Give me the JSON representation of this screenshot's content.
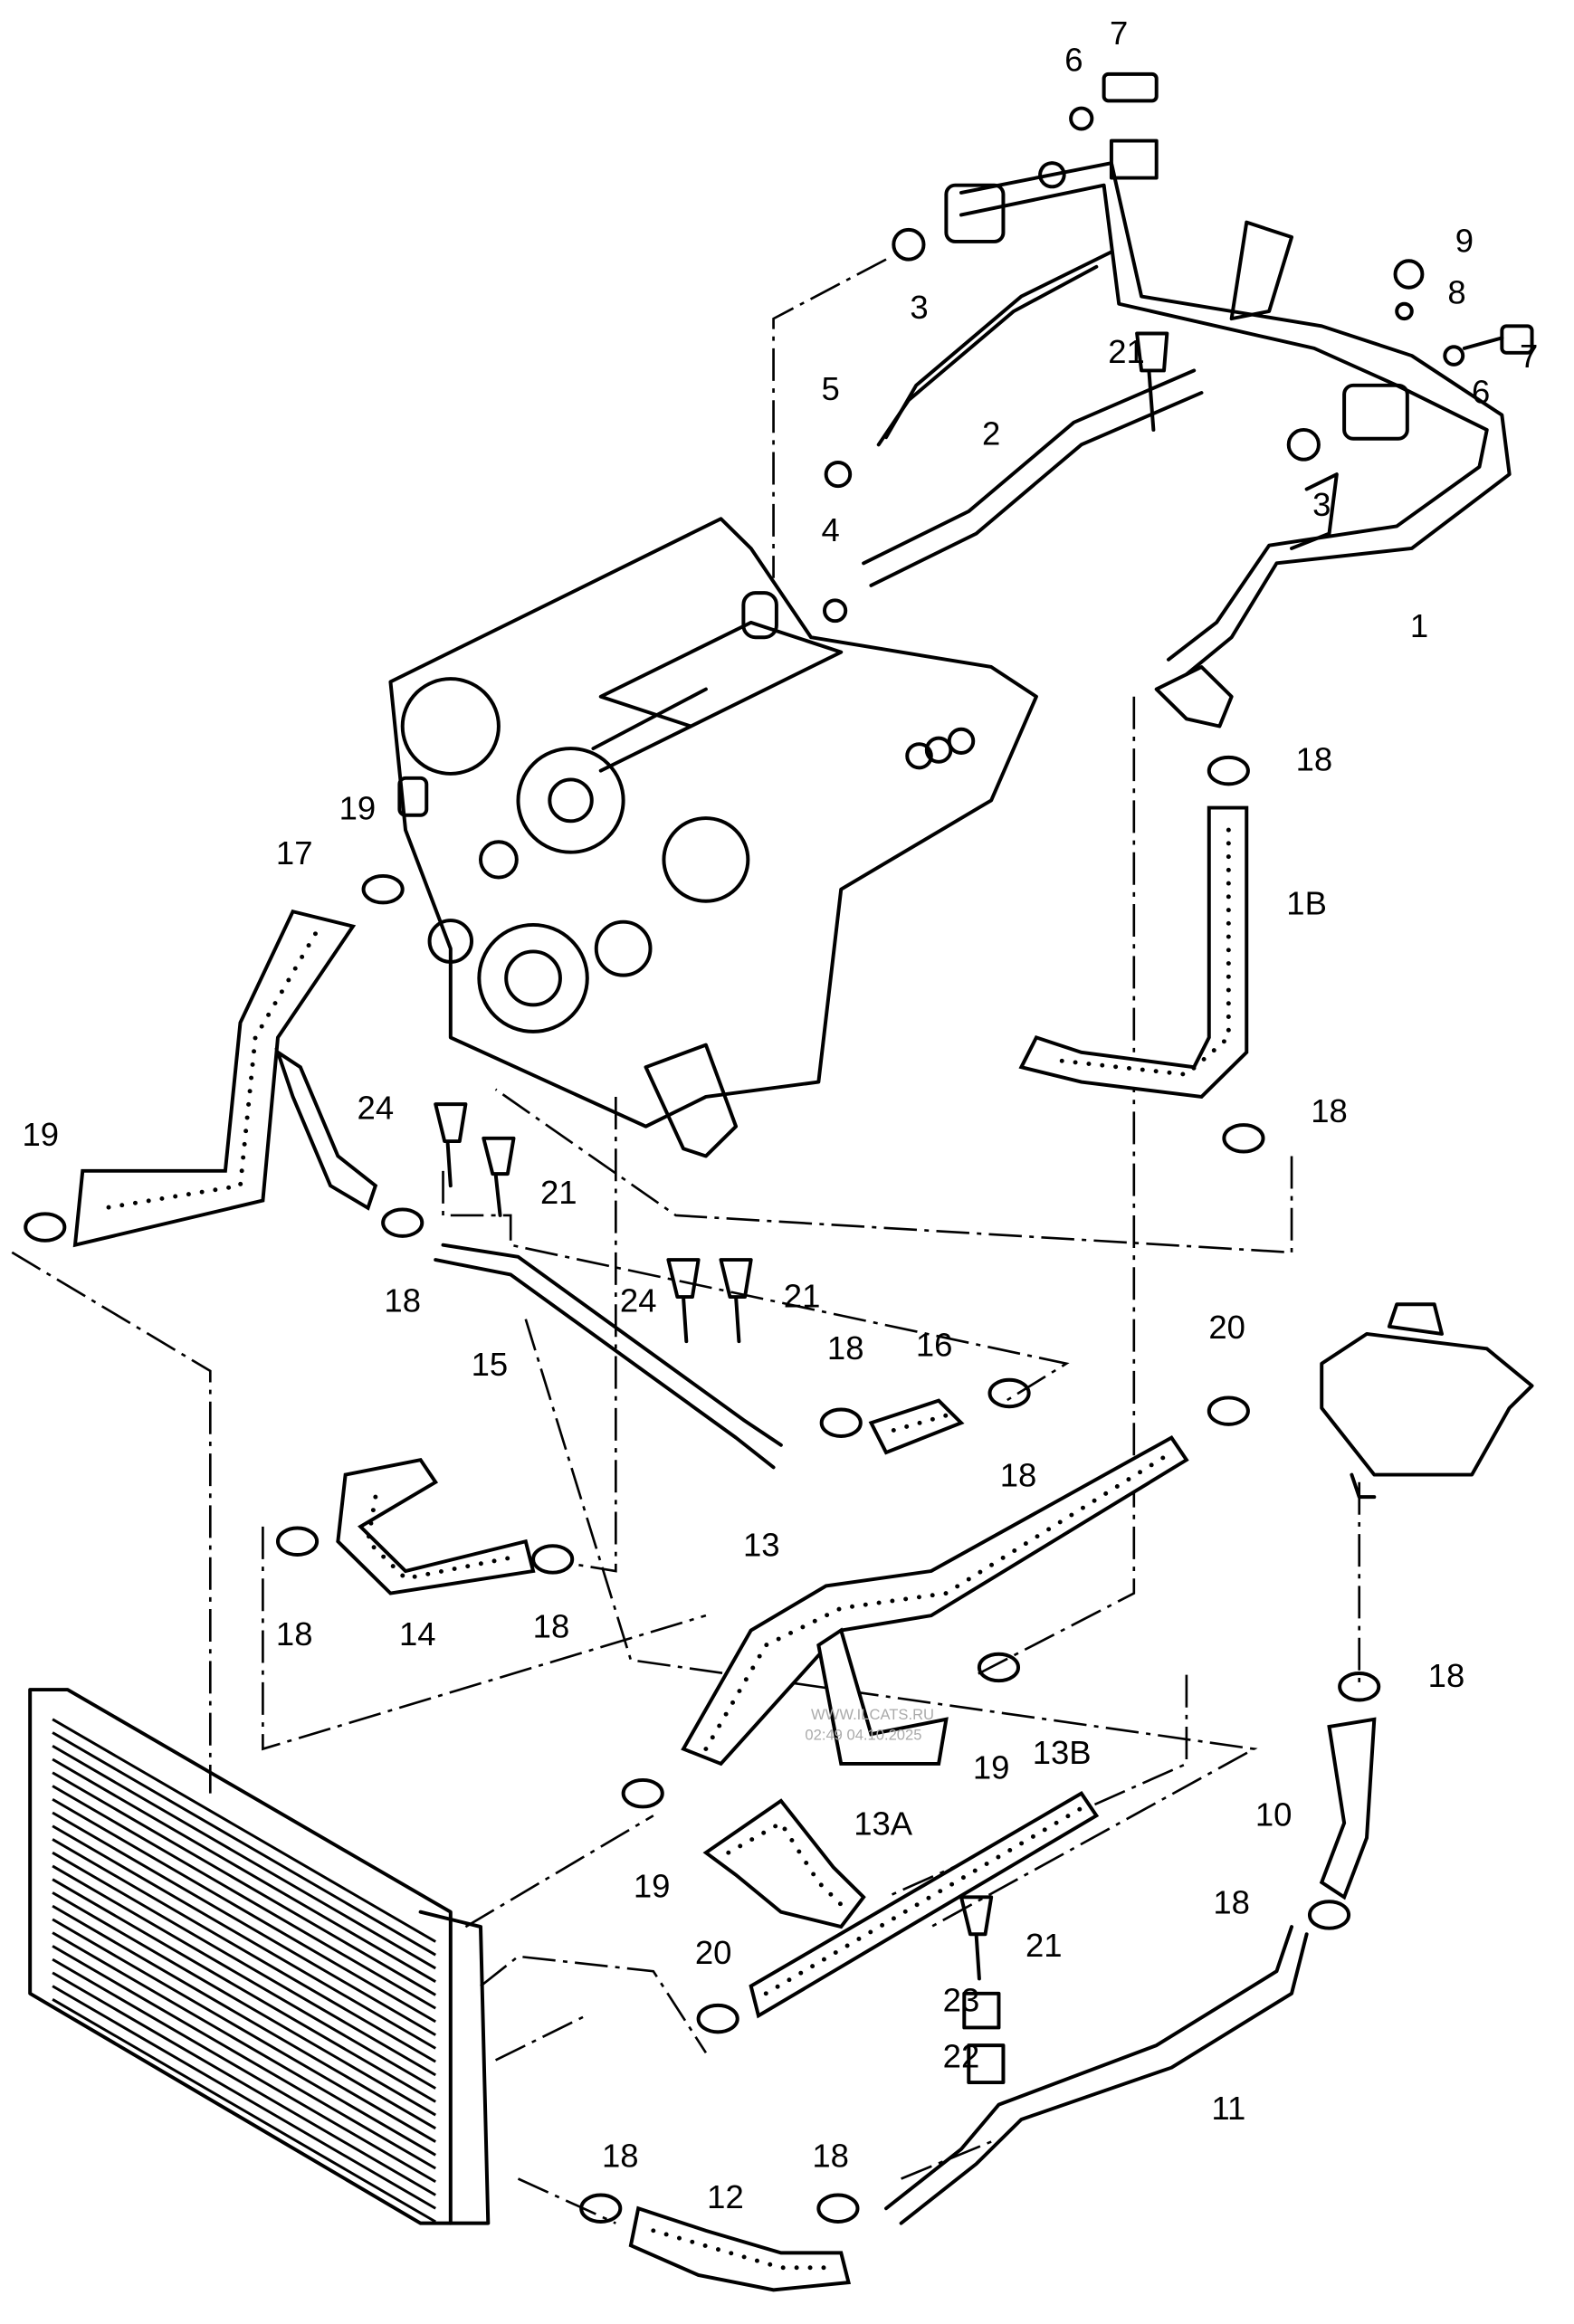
{
  "diagram": {
    "callouts": [
      "7",
      "6",
      "9",
      "8",
      "3",
      "21",
      "7",
      "6",
      "5",
      "2",
      "3",
      "4",
      "1",
      "18",
      "1B",
      "19",
      "17",
      "18",
      "24",
      "19",
      "21",
      "18",
      "24",
      "21",
      "15",
      "18",
      "16",
      "20",
      "18",
      "18",
      "14",
      "18",
      "13",
      "18",
      "13B",
      "19",
      "10",
      "13A",
      "19",
      "18",
      "21",
      "20",
      "23",
      "22",
      "11",
      "18",
      "18",
      "12"
    ],
    "watermark": {
      "site": "WWW.ILCATS.RU",
      "timestamp": "02:49 04.10.2025"
    }
  }
}
